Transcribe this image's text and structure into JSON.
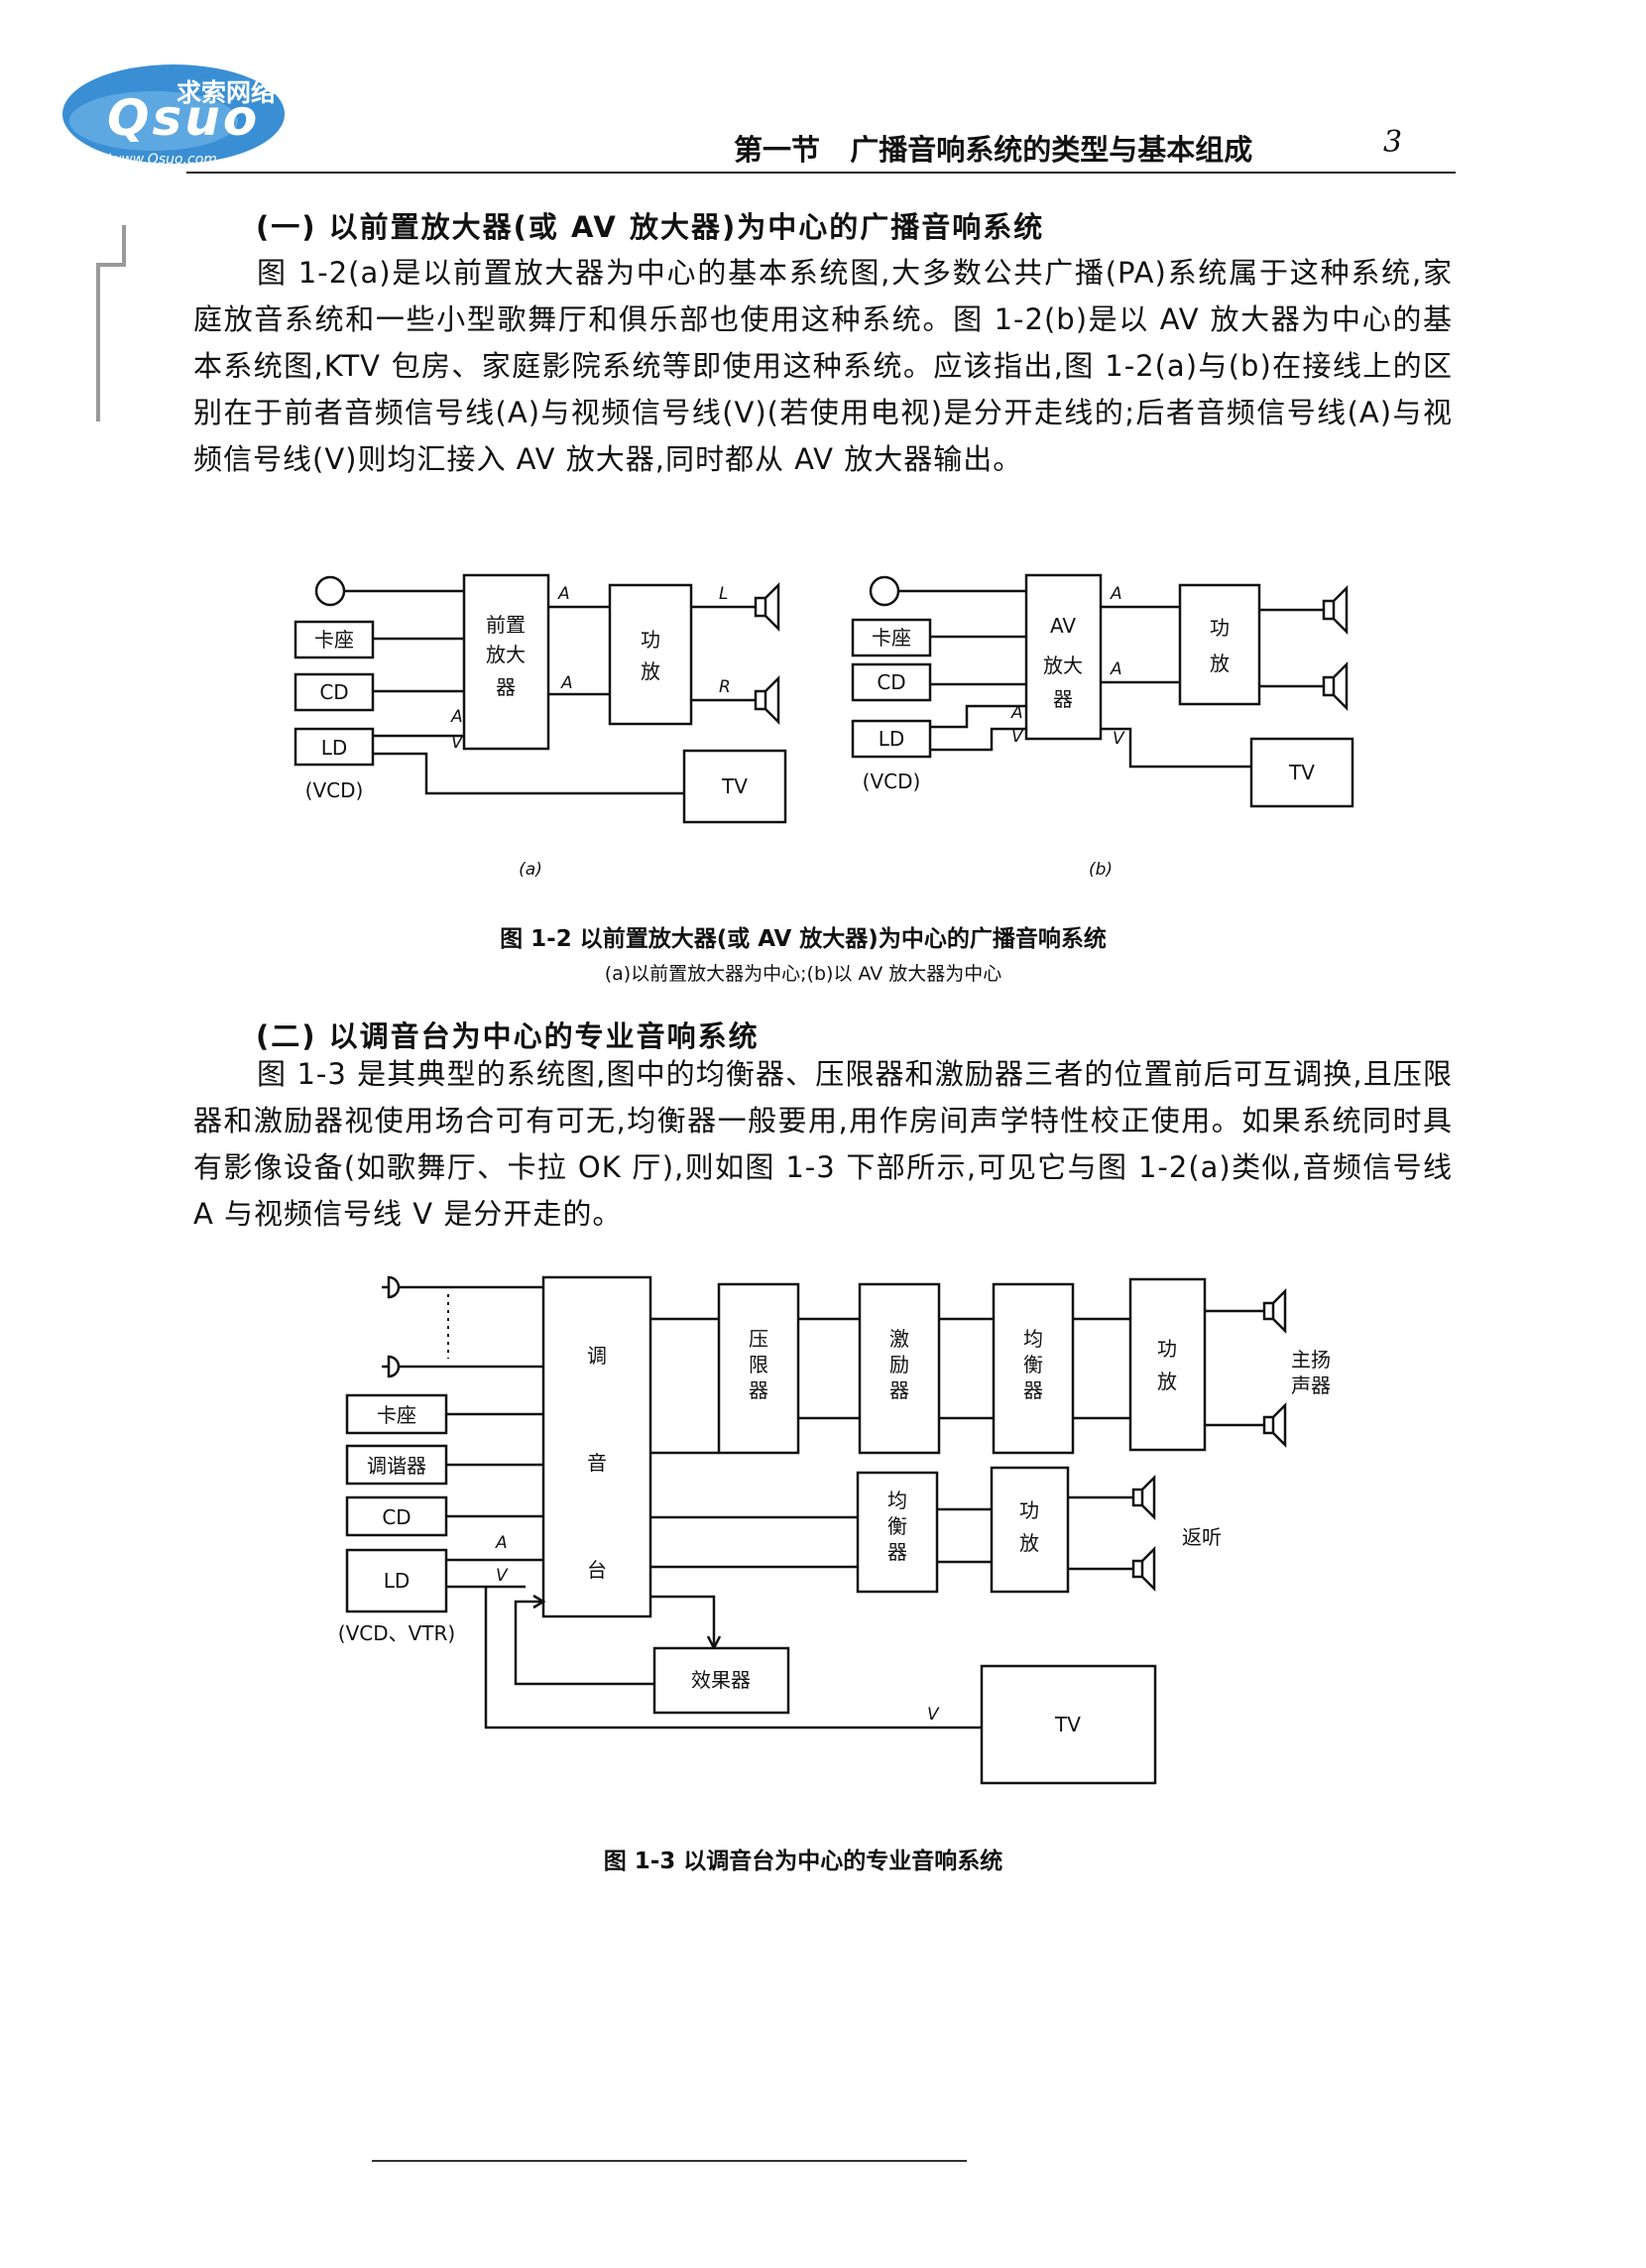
{
  "logo": {
    "cn": "求索网络",
    "main": "Qsuo",
    "url": "http://www.Qsuo.com"
  },
  "header": {
    "title": "第一节   广播音响系统的类型与基本组成",
    "page": "3"
  },
  "section1": {
    "heading": "(一) 以前置放大器(或 AV 放大器)为中心的广播音响系统",
    "paragraph": "图 1-2(a)是以前置放大器为中心的基本系统图,大多数公共广播(PA)系统属于这种系统,家庭放音系统和一些小型歌舞厅和俱乐部也使用这种系统。图 1-2(b)是以 AV 放大器为中心的基本系统图,KTV 包房、家庭影院系统等即使用这种系统。应该指出,图 1-2(a)与(b)在接线上的区别在于前者音频信号线(A)与视频信号线(V)(若使用电视)是分开走线的;后者音频信号线(A)与视频信号线(V)则均汇接入 AV 放大器,同时都从 AV 放大器输出。"
  },
  "fig12": {
    "a": {
      "kazuo": "卡座",
      "cd": "CD",
      "ld": "LD",
      "vcd": "(VCD)",
      "pre1": "前置",
      "pre2": "放大",
      "pre3": "器",
      "amp1": "功",
      "amp2": "放",
      "tv": "TV",
      "A": "A",
      "V": "V",
      "L": "L",
      "R": "R",
      "label": "(a)"
    },
    "b": {
      "kazuo": "卡座",
      "cd": "CD",
      "ld": "LD",
      "vcd": "(VCD)",
      "av1": "AV",
      "av2": "放大",
      "av3": "器",
      "amp1": "功",
      "amp2": "放",
      "tv": "TV",
      "A": "A",
      "V": "V",
      "label": "(b)"
    },
    "caption": "图 1-2   以前置放大器(或 AV 放大器)为中心的广播音响系统",
    "subcaption": "(a)以前置放大器为中心;(b)以 AV 放大器为中心"
  },
  "section2": {
    "heading": "(二) 以调音台为中心的专业音响系统",
    "paragraph": "图 1-3 是其典型的系统图,图中的均衡器、压限器和激励器三者的位置前后可互调换,且压限器和激励器视使用场合可有可无,均衡器一般要用,用作房间声学特性校正使用。如果系统同时具有影像设备(如歌舞厅、卡拉 OK 厅),则如图 1-3 下部所示,可见它与图 1-2(a)类似,音频信号线 A 与视频信号线 V 是分开走的。"
  },
  "fig13": {
    "kazuo": "卡座",
    "tuner": "调谐器",
    "cd": "CD",
    "ld": "LD",
    "vcd": "(VCD、VTR)",
    "mixer1": "调",
    "mixer2": "音",
    "mixer3": "台",
    "comp": [
      "压",
      "限",
      "器"
    ],
    "exc": [
      "激",
      "励",
      "器"
    ],
    "eq1": [
      "均",
      "衡",
      "器"
    ],
    "amp1": [
      "功",
      "放"
    ],
    "eq2": [
      "均",
      "衡",
      "器"
    ],
    "amp2": [
      "功",
      "放"
    ],
    "main1": "主扬",
    "main2": "声器",
    "monitor": "返听",
    "fx": "效果器",
    "tv": "TV",
    "A": "A",
    "V": "V",
    "caption": "图 1-3   以调音台为中心的专业音响系统"
  }
}
